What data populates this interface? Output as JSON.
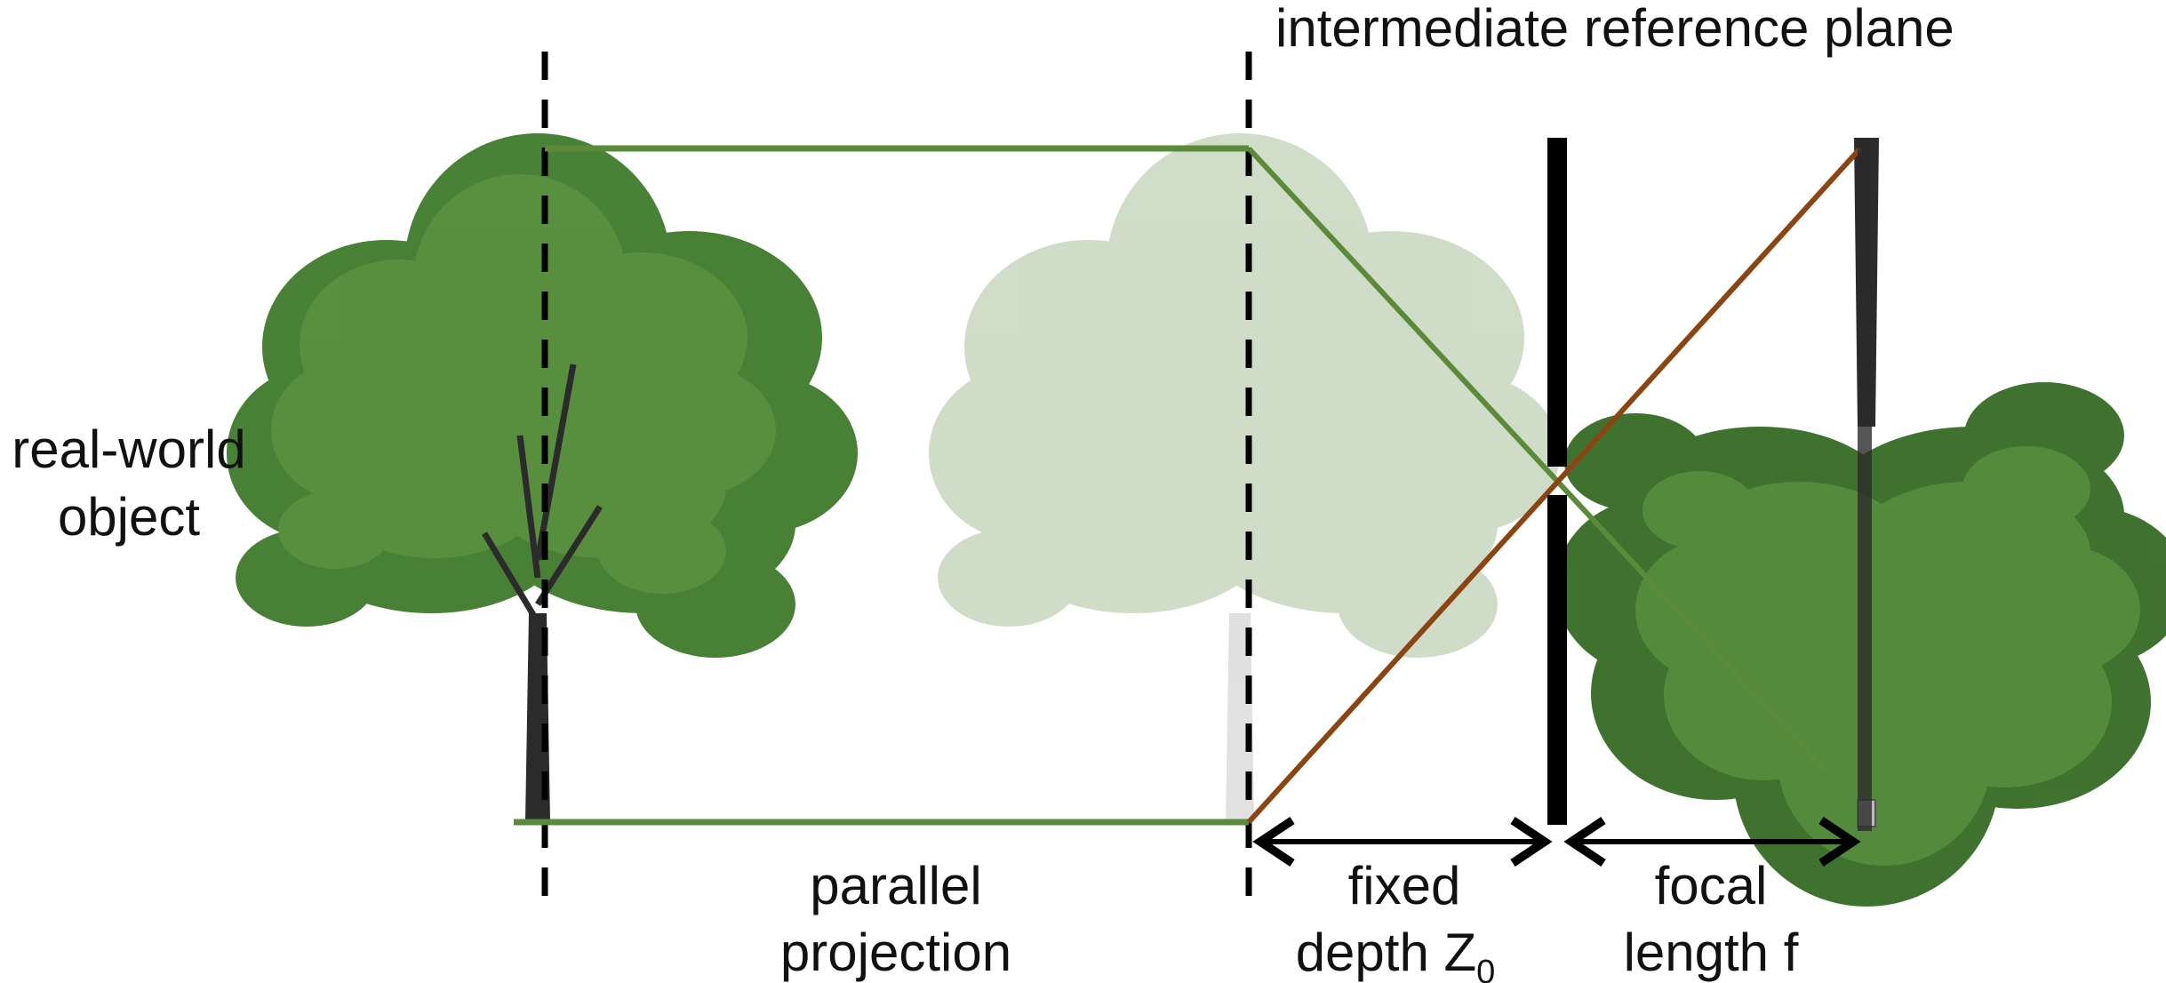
{
  "labels": {
    "top": "intermediate reference plane",
    "object_line1": "real-world",
    "object_line2": "object",
    "parallel_line1": "parallel",
    "parallel_line2": "projection",
    "depth_line1": "fixed",
    "depth_line2": "depth Z",
    "depth_subscript": "0",
    "focal_line1": "focal",
    "focal_line2": "length f"
  },
  "colors": {
    "green_ray": "#5a8a3a",
    "brown_ray": "#8b4513",
    "plane": "#000000",
    "tree_foliage": "#3f7a2c",
    "tree_foliage_light": "#6aa24a",
    "tree_trunk": "#2b2b2b",
    "faded_tree": "#b9cdb0"
  },
  "icons": [
    "real-world-tree",
    "projected-tree",
    "inverted-image-tree"
  ]
}
